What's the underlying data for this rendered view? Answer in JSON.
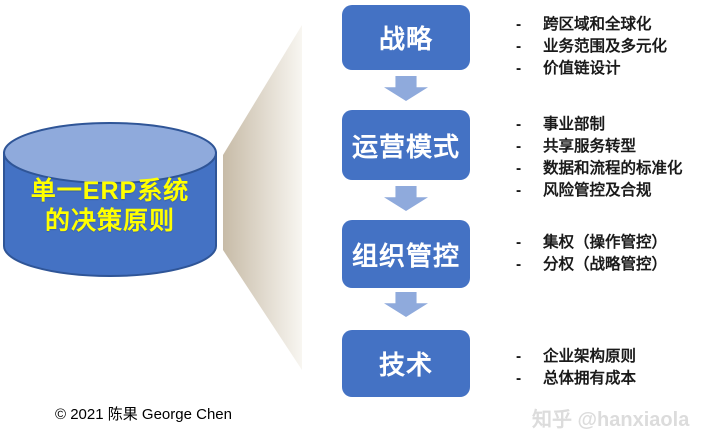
{
  "diagram": {
    "source": {
      "line1": "单一ERP系统",
      "line2": "的决策原则"
    },
    "bullet_marker": "-",
    "steps": [
      {
        "label": "战略",
        "bullets": [
          "跨区域和全球化",
          "业务范围及多元化",
          "价值链设计"
        ]
      },
      {
        "label": "运营模式",
        "bullets": [
          "事业部制",
          "共享服务转型",
          "数据和流程的标准化",
          "风险管控及合规"
        ]
      },
      {
        "label": "组织管控",
        "bullets": [
          "集权（操作管控）",
          "分权（战略管控）"
        ]
      },
      {
        "label": "技术",
        "bullets": [
          "企业架构原则",
          "总体拥有成本"
        ]
      }
    ]
  },
  "footer": {
    "copyright": "© 2021 陈果 George Chen",
    "watermark": "知乎 @hanxiaola"
  },
  "colors": {
    "box_blue": "#4472C4",
    "arrow_blue": "#8FAADC",
    "cylinder_body": "#4472C4",
    "cylinder_top": "#8FAADC",
    "cylinder_outline": "#2F5597",
    "title_yellow": "#FFFF00",
    "funnel_dark": "#C7BBA7",
    "funnel_light": "#F8F6F1",
    "watermark_gray": "#DCDCDC"
  }
}
